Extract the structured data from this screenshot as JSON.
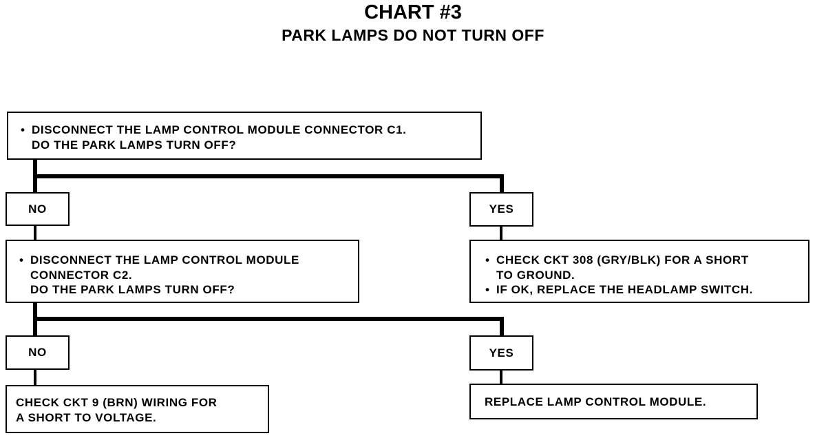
{
  "title": "CHART #3",
  "subtitle": "PARK LAMPS DO NOT TURN OFF",
  "steps": {
    "step1": {
      "lines": [
        "DISCONNECT THE LAMP CONTROL MODULE CONNECTOR C1.",
        "DO THE PARK LAMPS TURN OFF?"
      ]
    },
    "step1_no": "NO",
    "step1_yes": "YES",
    "step2": {
      "lines": [
        "DISCONNECT THE LAMP CONTROL MODULE",
        "CONNECTOR C2.",
        "DO THE PARK LAMPS TURN OFF?"
      ]
    },
    "step1_yes_action": {
      "lines": [
        "CHECK CKT 308 (GRY/BLK) FOR A SHORT",
        "TO GROUND.",
        "IF OK, REPLACE THE HEADLAMP SWITCH."
      ]
    },
    "step2_no": "NO",
    "step2_yes": "YES",
    "step2_no_action": {
      "lines": [
        "CHECK CKT 9 (BRN) WIRING FOR",
        "A SHORT TO VOLTAGE."
      ]
    },
    "step2_yes_action": {
      "lines": [
        "REPLACE LAMP CONTROL MODULE."
      ]
    }
  }
}
